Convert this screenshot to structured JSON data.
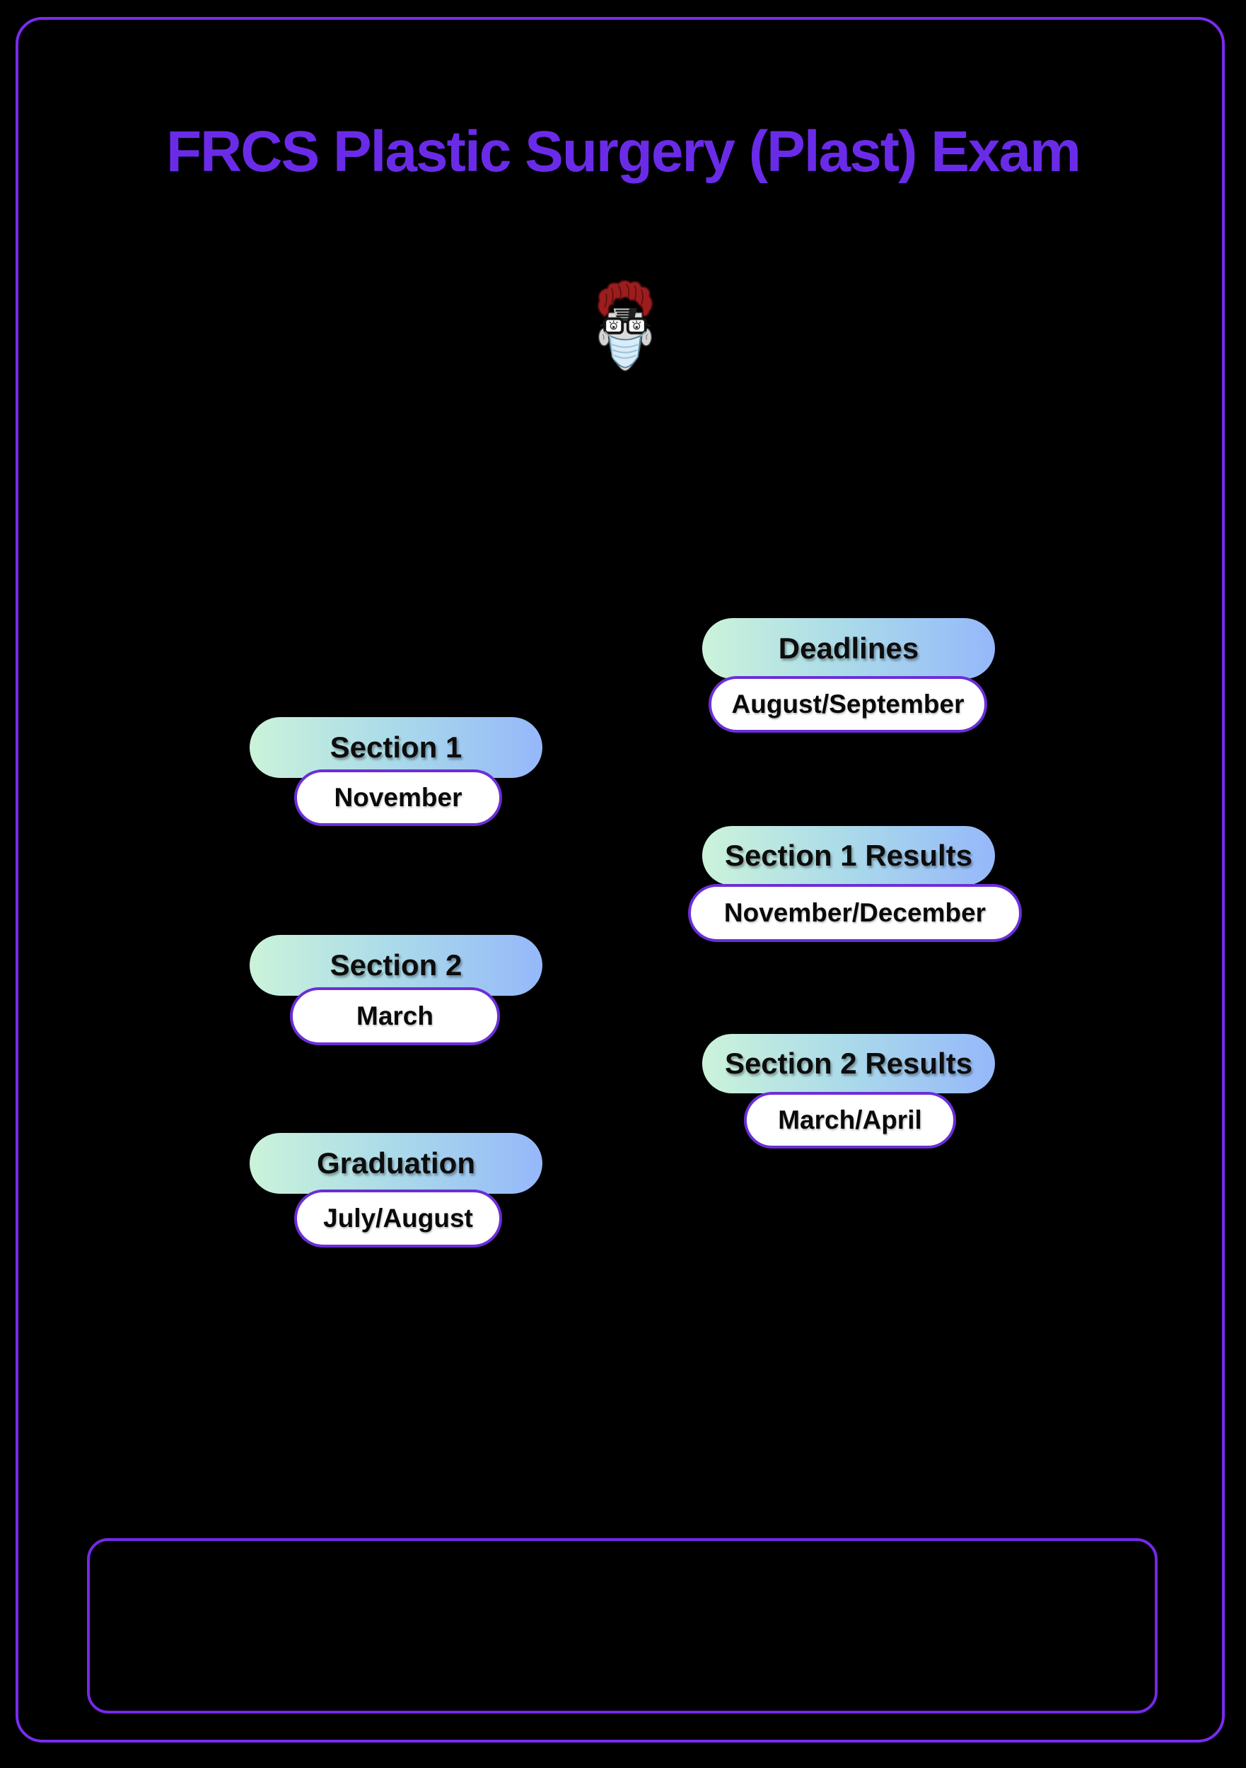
{
  "page": {
    "title": "FRCS Plastic Surgery (Plast) Exam"
  },
  "icons": {
    "avatar": "surgeon-avatar-icon"
  },
  "colors": {
    "accent_purple": "#6A2BE8",
    "frame_border_purple": "#7A2BEE",
    "pill_border_purple": "#6B2ED8",
    "pill_gradient_start": "#CBF3DA",
    "pill_gradient_end": "#95B8FA",
    "pill_text": "#0D0D0D",
    "date_pill_background": "#FFFFFF",
    "background": "#000000",
    "avatar_hair_red": "#9C1D1D",
    "avatar_mask_blue": "#D9ECF8"
  },
  "milestones": [
    {
      "label": "Deadlines",
      "date": "August/September"
    },
    {
      "label": "Section 1",
      "date": "November"
    },
    {
      "label": "Section 1 Results",
      "date": "November/December"
    },
    {
      "label": "Section 2",
      "date": "March"
    },
    {
      "label": "Section 2 Results",
      "date": "March/April"
    },
    {
      "label": "Graduation",
      "date": "July/August"
    }
  ]
}
